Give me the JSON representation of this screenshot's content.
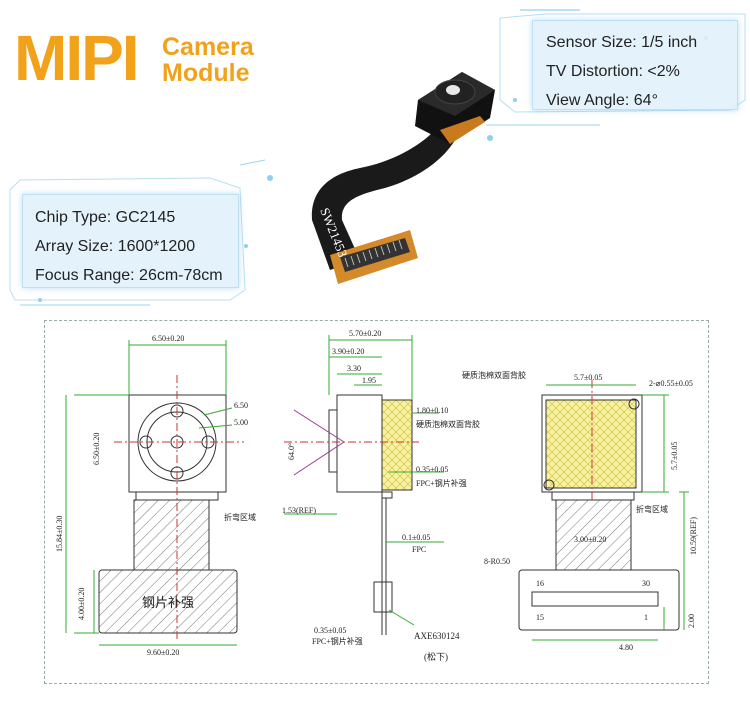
{
  "header": {
    "title_big": "MIPI",
    "title_line1": "Camera",
    "title_line2": "Module"
  },
  "specs_right": [
    "Sensor Size: 1/5 inch",
    "TV Distortion: <2%",
    "View Angle: 64°"
  ],
  "specs_left": [
    "Chip Type: GC2145",
    "Array Size: 1600*1200",
    "Focus Range: 26cm-78cm"
  ],
  "product": {
    "flex_label": "SW21453"
  },
  "drawing": {
    "front": {
      "top_width": "6.50±0.20",
      "total_height": "15.84±0.30",
      "lens_height": "6.50±0.20",
      "outer_dia": "6.50",
      "inner_dia": "5.00",
      "bend_area": "折弯区域",
      "stiffener_height": "4.00±0.20",
      "stiffener_width": "9.60±0.20",
      "stiffener_label": "钢片补强"
    },
    "side": {
      "width_total": "5.70±0.20",
      "width_lens": "3.90±0.20",
      "width_a": "3.30",
      "width_b": "1.95",
      "angle": "64.0°",
      "foam_thick": "1.80±0.10",
      "foam_label": "硬质泡棉双面背胶",
      "fpc_stiff": "0.35±0.05",
      "fpc_stiff_label": "FPC+钢片补强",
      "ref": "1.53(REF)",
      "fpc_thick": "0.1±0.05",
      "fpc_label": "FPC",
      "bottom_stiff": "0.35±0.05",
      "bottom_stiff_label": "FPC+钢片补强",
      "connector": "AXE630124",
      "connector_note": "(松下)"
    },
    "back": {
      "foam_label": "硬质泡棉双面背胶",
      "foam_width": "5.7±0.05",
      "holes": "2-⌀0.55±0.05",
      "foam_height": "5.7±0.05",
      "bend_area": "折弯区域",
      "neck_width": "3.00±0.20",
      "length_ref": "10.59(REF)",
      "corner_radius": "8-R0.50",
      "pin_16": "16",
      "pin_30": "30",
      "pin_15": "15",
      "pin_1": "1",
      "conn_width": "4.80",
      "conn_height": "2.00"
    }
  }
}
